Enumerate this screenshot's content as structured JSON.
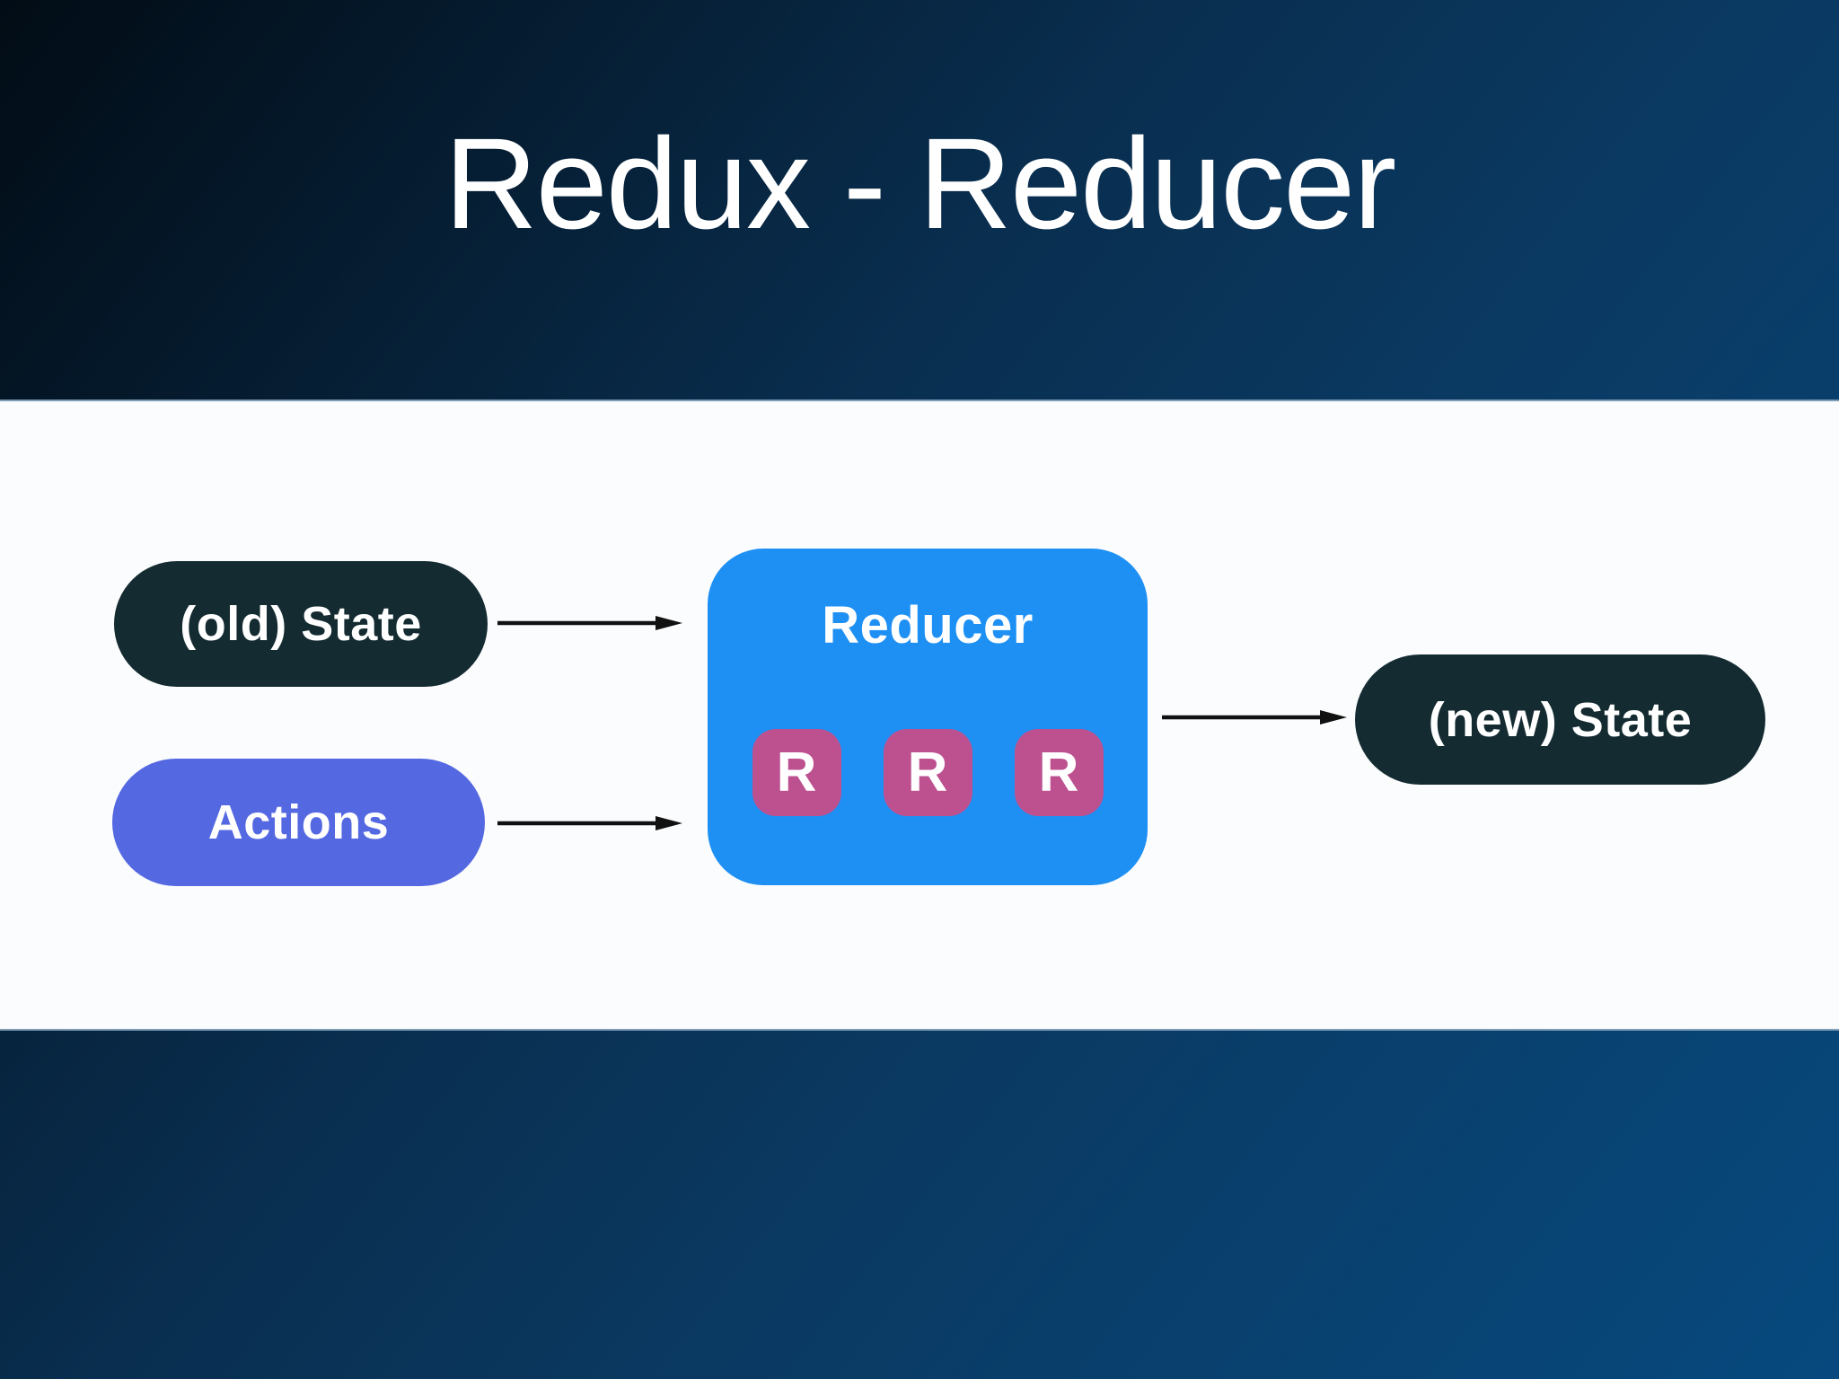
{
  "slide": {
    "title": "Redux - Reducer",
    "background": {
      "gradient_top_left": "#020c15",
      "gradient_mid": "#0a3a63",
      "gradient_bottom_right": "#07497e"
    },
    "band_color": "#fbfcfd"
  },
  "diagram": {
    "old_state": {
      "label": "(old) State",
      "fill": "#142b31",
      "text_color": "#ffffff"
    },
    "actions": {
      "label": "Actions",
      "fill": "#5468e1",
      "text_color": "#ffffff"
    },
    "reducer": {
      "label": "Reducer",
      "fill": "#1e90f4",
      "text_color": "#ffffff",
      "unit_fill": "#bd5190",
      "units": [
        {
          "label": "R"
        },
        {
          "label": "R"
        },
        {
          "label": "R"
        }
      ]
    },
    "new_state": {
      "label": "(new) State",
      "fill": "#142b31",
      "text_color": "#ffffff"
    },
    "arrows": [
      {
        "from": "(old) State",
        "to": "Reducer"
      },
      {
        "from": "Actions",
        "to": "Reducer"
      },
      {
        "from": "Reducer",
        "to": "(new) State"
      }
    ],
    "arrow_color": "#111111"
  }
}
